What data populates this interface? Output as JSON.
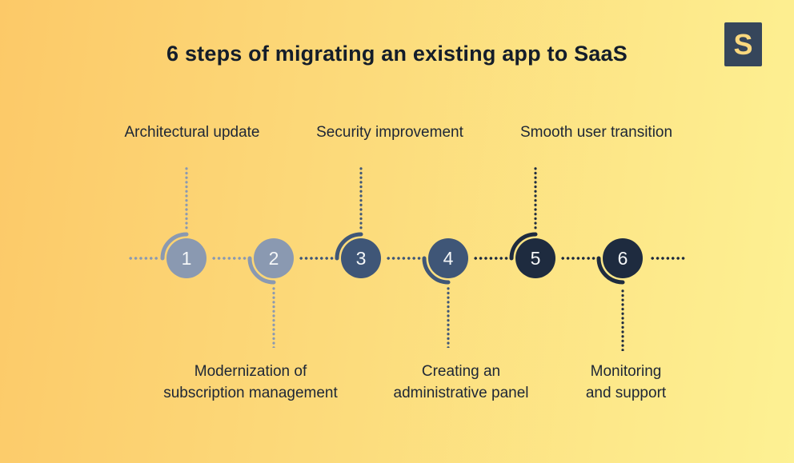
{
  "title": "6 steps of migrating an existing app to SaaS",
  "logo": {
    "letter": "S"
  },
  "steps": [
    {
      "number": "1",
      "label": "Architectural update",
      "position": "top"
    },
    {
      "number": "2",
      "label_line1": "Modernization of",
      "label_line2": "subscription management",
      "position": "bottom"
    },
    {
      "number": "3",
      "label": "Security improvement",
      "position": "top"
    },
    {
      "number": "4",
      "label_line1": "Creating an",
      "label_line2": "administrative panel",
      "position": "bottom"
    },
    {
      "number": "5",
      "label": "Smooth user transition",
      "position": "top"
    },
    {
      "number": "6",
      "label_line1": "Monitoring",
      "label_line2": "and support",
      "position": "bottom"
    }
  ],
  "colors": {
    "light": "#8a99b1",
    "medium": "#3f5677",
    "dark": "#1e2b3f",
    "bg_left": "#fcc968",
    "bg_right": "#fdf193",
    "text": "#1d2636",
    "title_text": "#141d2a",
    "logo_bg": "#36465b",
    "logo_letter": "#fbd87e",
    "number_text": "#f5f7f8"
  }
}
